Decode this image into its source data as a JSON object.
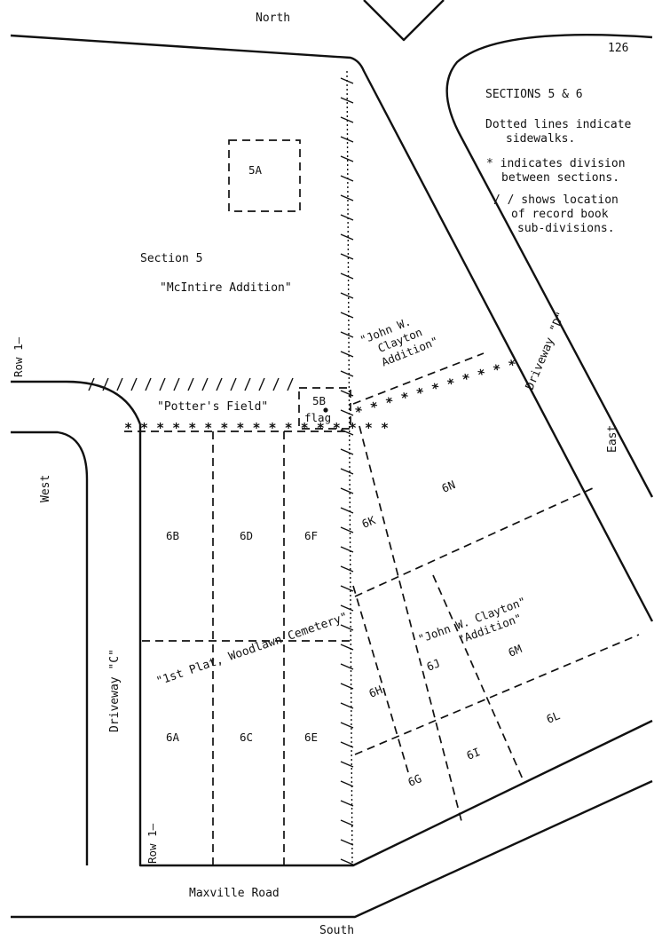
{
  "page_number": "126",
  "compass": {
    "north": "North",
    "south": "South",
    "east": "East",
    "west": "West"
  },
  "legend": {
    "title": "SECTIONS 5 & 6",
    "line1": "Dotted lines indicate",
    "line2": "sidewalks.",
    "line3": "* indicates division",
    "line4": "between sections.",
    "line5": "/ / shows location",
    "line6": "of record book",
    "line7": "sub-divisions."
  },
  "section5": {
    "title": "Section 5",
    "name": "\"McIntire Addition\""
  },
  "potters_field": "\"Potter's Field\"",
  "lot_5a": "5A",
  "lot_5b": "5B",
  "flag": "flag",
  "clayton_top": {
    "l1": "\"John W.",
    "l2": "Clayton",
    "l3": "Addition\""
  },
  "clayton_mid": {
    "l1": "\"John W. Clayton\"",
    "l2": "\"Addition\""
  },
  "first_plat": "\"1st Plat, Woodlawn Cemetery\"",
  "driveway_c": "Driveway \"C\"",
  "driveway_d": "Driveway \"D\"",
  "maxville_road": "Maxville Road",
  "row1_top": "Row 1—",
  "row1_bottom": "Row 1—",
  "lots": {
    "l6a": "6A",
    "l6b": "6B",
    "l6c": "6C",
    "l6d": "6D",
    "l6e": "6E",
    "l6f": "6F",
    "l6g": "6G",
    "l6h": "6H",
    "l6i": "6I",
    "l6j": "6J",
    "l6k": "6K",
    "l6l": "6L",
    "l6m": "6M",
    "l6n": "6N"
  }
}
